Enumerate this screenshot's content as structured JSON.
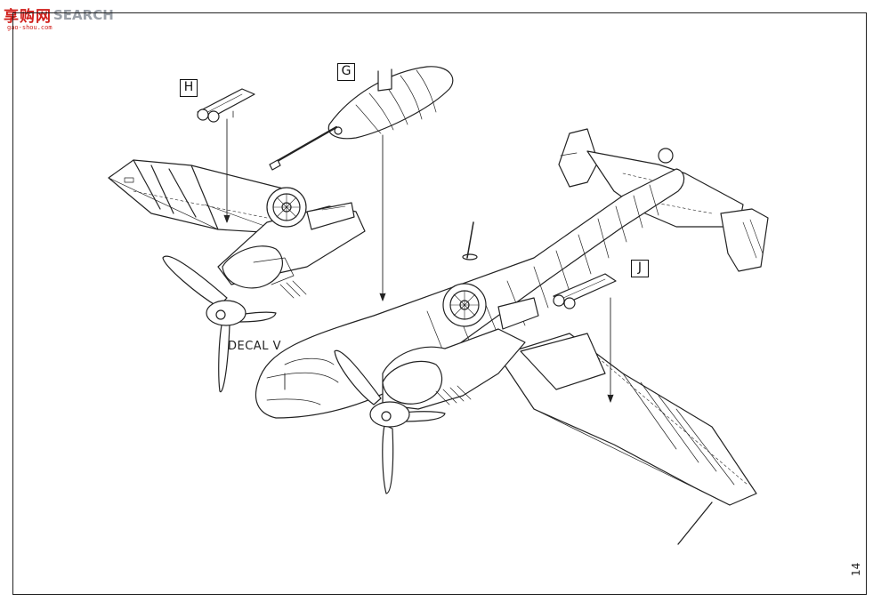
{
  "watermark": {
    "logo": "享购网",
    "text": "SEARCH",
    "sub": "gao-shou.com"
  },
  "callouts": {
    "h": "H",
    "g": "G",
    "j": "J"
  },
  "decal_label": "DECAL V",
  "page_number": "14"
}
